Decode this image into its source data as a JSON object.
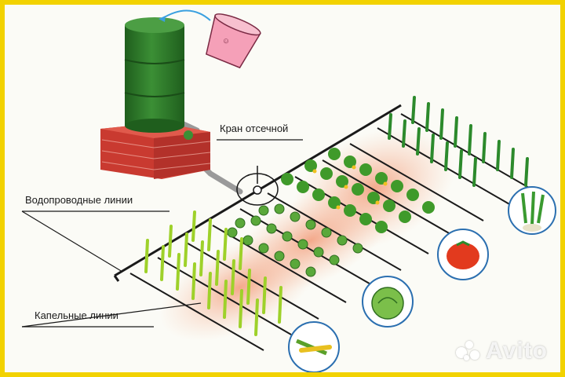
{
  "labels": {
    "valve": "Кран отсечной",
    "water_lines": "Водопроводные линии",
    "drip_lines": "Капельные линии"
  },
  "watermark": "Avito",
  "colors": {
    "frame": "#f2d200",
    "tank": "#2f7a2b",
    "brick": "#d9463a",
    "pipe": "#1a1a1a",
    "plant": "#2c8a2c",
    "wet_soil": "#f3a98a"
  },
  "crop_icons": [
    "leek-icon",
    "tomato-icon",
    "cabbage-icon",
    "corn-icon"
  ]
}
